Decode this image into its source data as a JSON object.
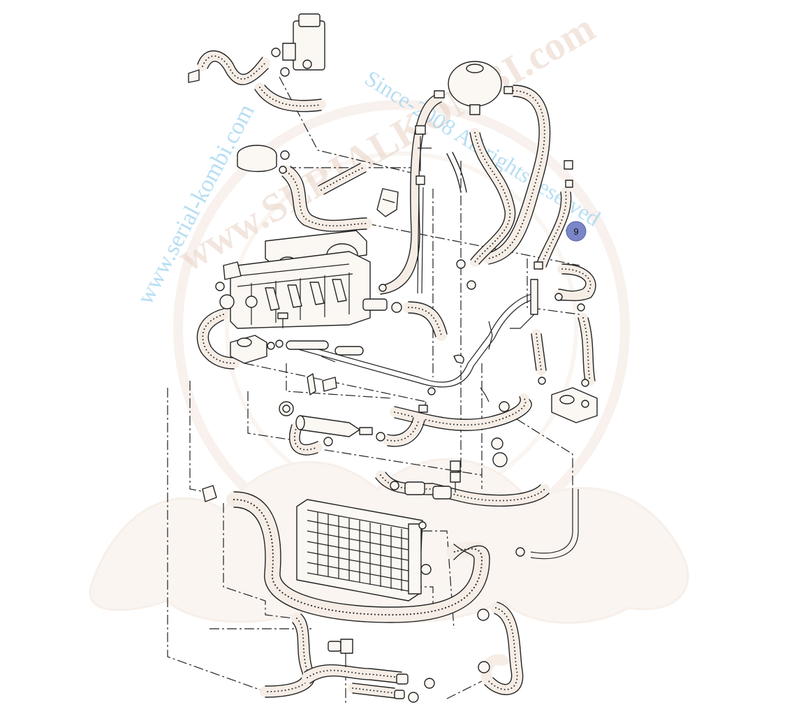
{
  "watermark": {
    "line_top": "Since-2008 All rights reserved",
    "line_left": "www.serial-kombi.com",
    "line_center": "www.SERIALKOMBI.com"
  },
  "callouts": [
    {
      "label": "9"
    }
  ],
  "colors": {
    "callout_fill": "#7a86c8",
    "watermark_blue": "#9fd3ef",
    "hose_fill": "#f6eee6",
    "line": "#222222"
  }
}
